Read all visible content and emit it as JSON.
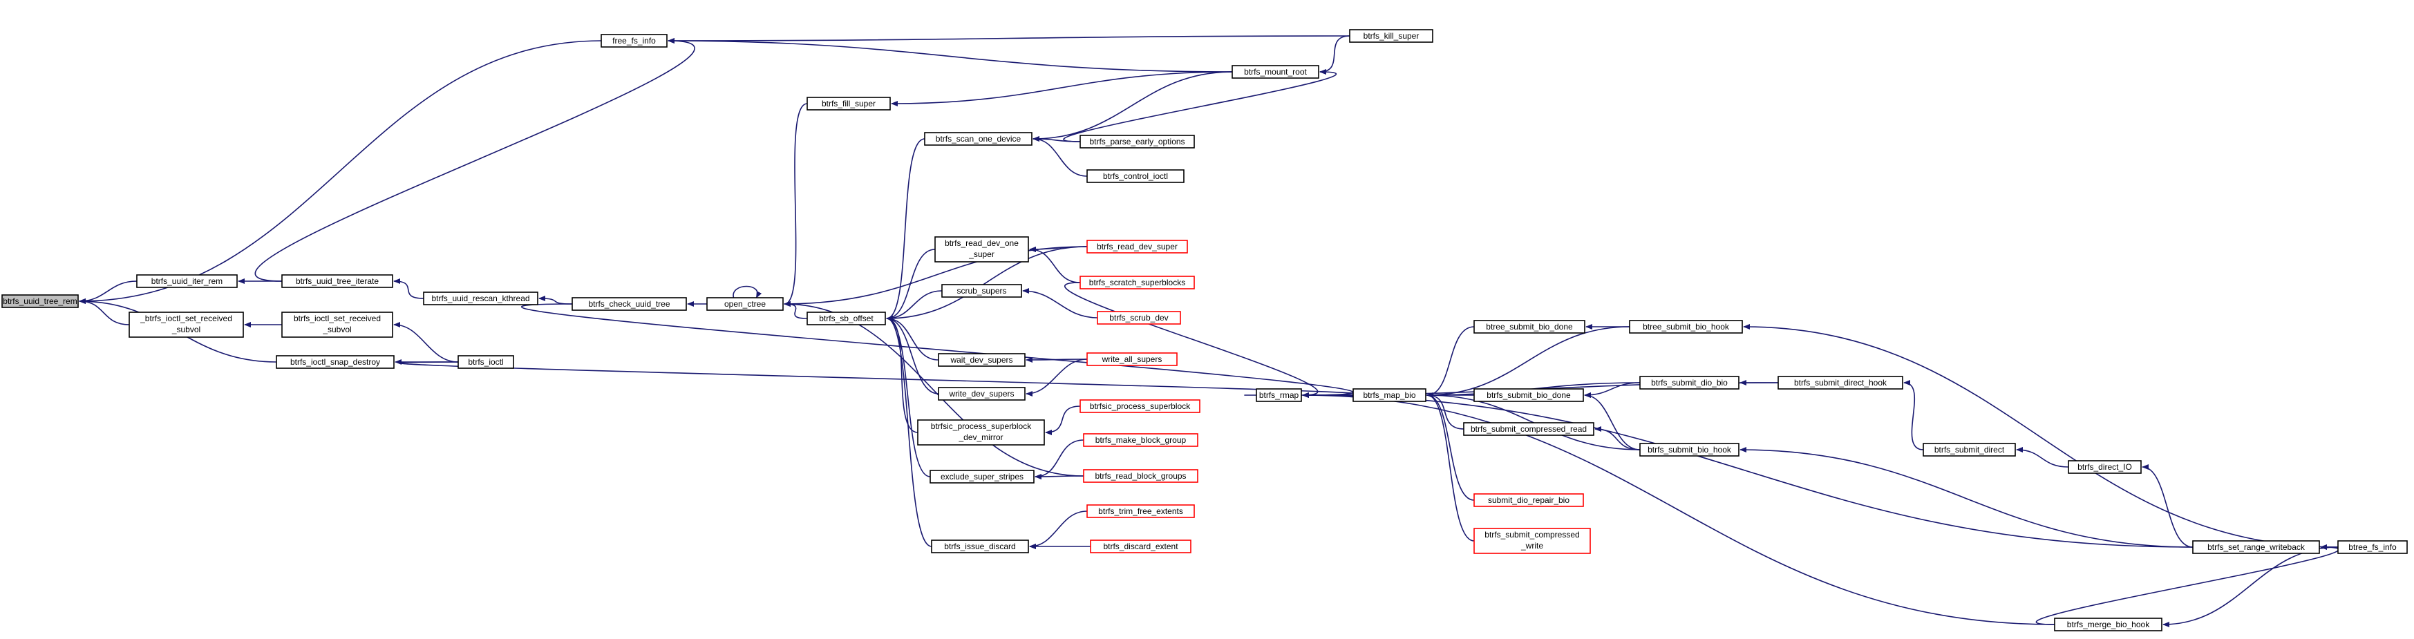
{
  "colors": {
    "edge": "#191970",
    "box": "#000000",
    "external_box": "#ff0000",
    "root_fill": "#bfbfbf"
  },
  "nodes": {
    "root": {
      "lines": [
        "btrfs_uuid_tree_rem"
      ]
    },
    "iterrem": {
      "lines": [
        "btrfs_uuid_iter_rem"
      ]
    },
    "ioctlr": {
      "lines": [
        "_btrfs_ioctl_set_received",
        "_subvol"
      ]
    },
    "snapd": {
      "lines": [
        "btrfs_ioctl_snap_destroy"
      ]
    },
    "freefs": {
      "lines": [
        "free_fs_info"
      ]
    },
    "treeit": {
      "lines": [
        "btrfs_uuid_tree_iterate"
      ]
    },
    "ioctlr2": {
      "lines": [
        "btrfs_ioctl_set_received",
        "_subvol"
      ]
    },
    "ioctl": {
      "lines": [
        "btrfs_ioctl"
      ]
    },
    "rescan": {
      "lines": [
        "btrfs_uuid_rescan_kthread"
      ]
    },
    "checku": {
      "lines": [
        "btrfs_check_uuid_tree"
      ]
    },
    "openct": {
      "lines": [
        "open_ctree"
      ]
    },
    "fillsp": {
      "lines": [
        "btrfs_fill_super"
      ]
    },
    "sboff": {
      "lines": [
        "btrfs_sb_offset"
      ]
    },
    "scanone": {
      "lines": [
        "btrfs_scan_one_device"
      ]
    },
    "readone": {
      "lines": [
        "btrfs_read_dev_one",
        "_super"
      ]
    },
    "scrubs": {
      "lines": [
        "scrub_supers"
      ]
    },
    "waits": {
      "lines": [
        "wait_dev_supers"
      ]
    },
    "writed": {
      "lines": [
        "write_dev_supers"
      ]
    },
    "procm": {
      "lines": [
        "btrfsic_process_superblock",
        "_dev_mirror"
      ]
    },
    "exclss": {
      "lines": [
        "exclude_super_stripes"
      ]
    },
    "issued": {
      "lines": [
        "btrfs_issue_discard"
      ]
    },
    "killsp": {
      "lines": [
        "btrfs_kill_super"
      ]
    },
    "mountr": {
      "lines": [
        "btrfs_mount_root"
      ]
    },
    "parseo": {
      "lines": [
        "btrfs_parse_early_options"
      ]
    },
    "ctlio": {
      "lines": [
        "btrfs_control_ioctl"
      ]
    },
    "readsp": {
      "lines": [
        "btrfs_read_dev_super"
      ]
    },
    "scratch": {
      "lines": [
        "btrfs_scratch_superblocks"
      ]
    },
    "scrubd": {
      "lines": [
        "btrfs_scrub_dev"
      ]
    },
    "writeall": {
      "lines": [
        "write_all_supers"
      ]
    },
    "procsb": {
      "lines": [
        "btrfsic_process_superblock"
      ]
    },
    "makebg": {
      "lines": [
        "btrfs_make_block_group"
      ]
    },
    "readbg": {
      "lines": [
        "btrfs_read_block_groups"
      ]
    },
    "trimfe": {
      "lines": [
        "btrfs_trim_free_extents"
      ]
    },
    "discex": {
      "lines": [
        "btrfs_discard_extent"
      ]
    },
    "rmap": {
      "lines": [
        "btrfs_rmap"
      ]
    },
    "mapbio": {
      "lines": [
        "btrfs_map_bio"
      ]
    },
    "btsbd": {
      "lines": [
        "btree_submit_bio_done"
      ]
    },
    "bsbd": {
      "lines": [
        "btrfs_submit_bio_done"
      ]
    },
    "bscr": {
      "lines": [
        "btrfs_submit_compressed_read"
      ]
    },
    "sdrb": {
      "lines": [
        "submit_dio_repair_bio"
      ]
    },
    "bscw": {
      "lines": [
        "btrfs_submit_compressed",
        "_write"
      ]
    },
    "btsbh": {
      "lines": [
        "btree_submit_bio_hook"
      ]
    },
    "bsdb": {
      "lines": [
        "btrfs_submit_dio_bio"
      ]
    },
    "bsbh": {
      "lines": [
        "btrfs_submit_bio_hook"
      ]
    },
    "bsdh": {
      "lines": [
        "btrfs_submit_direct_hook"
      ]
    },
    "bsd": {
      "lines": [
        "btrfs_submit_direct"
      ]
    },
    "bdio": {
      "lines": [
        "btrfs_direct_IO"
      ]
    },
    "bsrw": {
      "lines": [
        "btrfs_set_range_writeback"
      ]
    },
    "bmbh": {
      "lines": [
        "btrfs_merge_bio_hook"
      ]
    },
    "btfree": {
      "lines": [
        "btree_fs_info"
      ]
    }
  }
}
